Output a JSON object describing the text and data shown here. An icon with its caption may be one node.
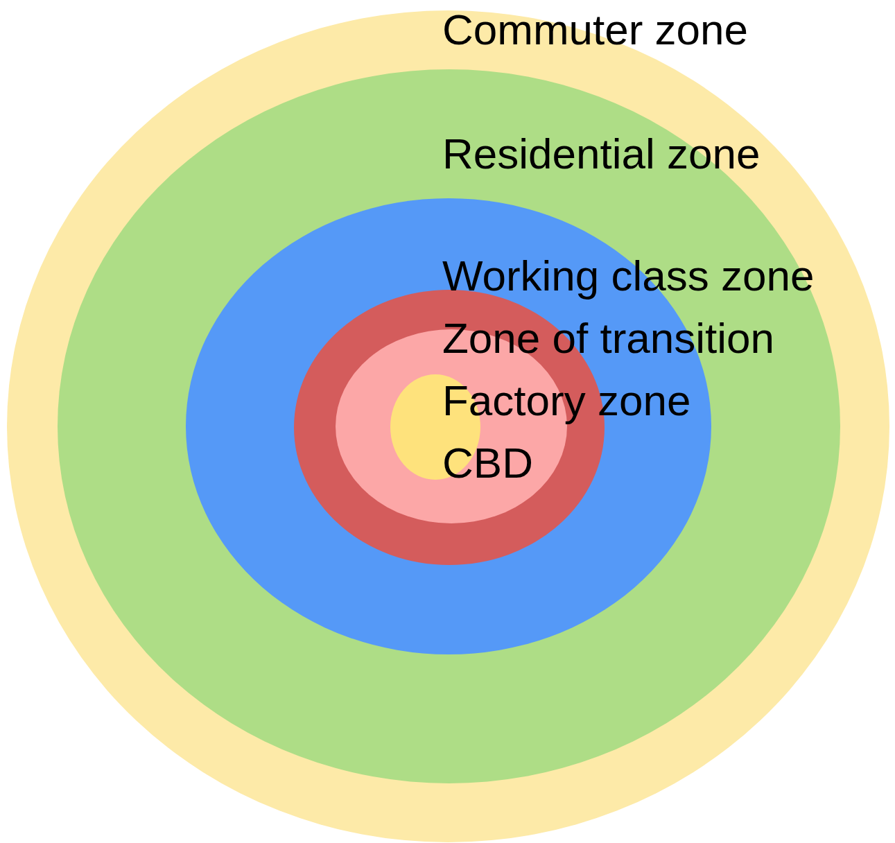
{
  "diagram": {
    "nodes": [
      {
        "text": [
          "Commuter zone"
        ]
      },
      {
        "text": [
          "Residential zone"
        ],
        "in": 0
      },
      {
        "text": [
          "Working class zone"
        ],
        "in": 1
      },
      {
        "text": [
          "Zone of transition"
        ],
        "in": 2
      },
      {
        "text": [
          "Factory zone"
        ],
        "in": 3
      },
      {
        "text": [
          "CBD"
        ],
        "in": 4
      }
    ]
  }
}
